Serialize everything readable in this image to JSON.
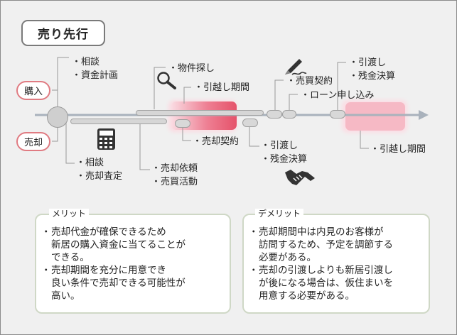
{
  "title": "売り先行",
  "tags": {
    "buy": "購入",
    "sell": "売却"
  },
  "top_labels": {
    "consult": [
      "・相談",
      "・資金計画"
    ],
    "property_search": "・物件探し",
    "move_period_1": "・引越し期間",
    "purchase_contract": "・売買契約",
    "loan_application": "・ローン申し込み",
    "handover_buy": [
      "・引渡し",
      "・残金決算"
    ]
  },
  "bottom_labels": {
    "consult_assess": [
      "・相談",
      "・売却査定"
    ],
    "sell_request": [
      "・売却依頼",
      "・売買活動"
    ],
    "sell_contract": "・売却契約",
    "handover_sell": [
      "・引渡し",
      "・残金決算"
    ],
    "move_period_2": "・引越し期間"
  },
  "icons": {
    "search": "magnifier-icon",
    "calculator": "calculator-icon",
    "contract": "pen-signing-icon",
    "handshake": "handshake-icon"
  },
  "colors": {
    "accent_pink": "#e07b82",
    "band_strong": "#e8556c",
    "band_light": "#f6b9c5",
    "note_border": "#cfd8c6"
  },
  "merit": {
    "title": "メリット",
    "items": [
      "売却代金が確保できるため\n新居の購入資金に当てることが\nできる。",
      "売却期間を充分に用意でき\n良い条件で売却できる可能性が\n高い。"
    ]
  },
  "demerit": {
    "title": "デメリット",
    "items": [
      "売却期間中は内見のお客様が\n訪問するため、予定を調節する\n必要がある。",
      "売却の引渡しよりも新居引渡し\nが後になる場合は、仮住まいを\n用意する必要がある。"
    ]
  }
}
